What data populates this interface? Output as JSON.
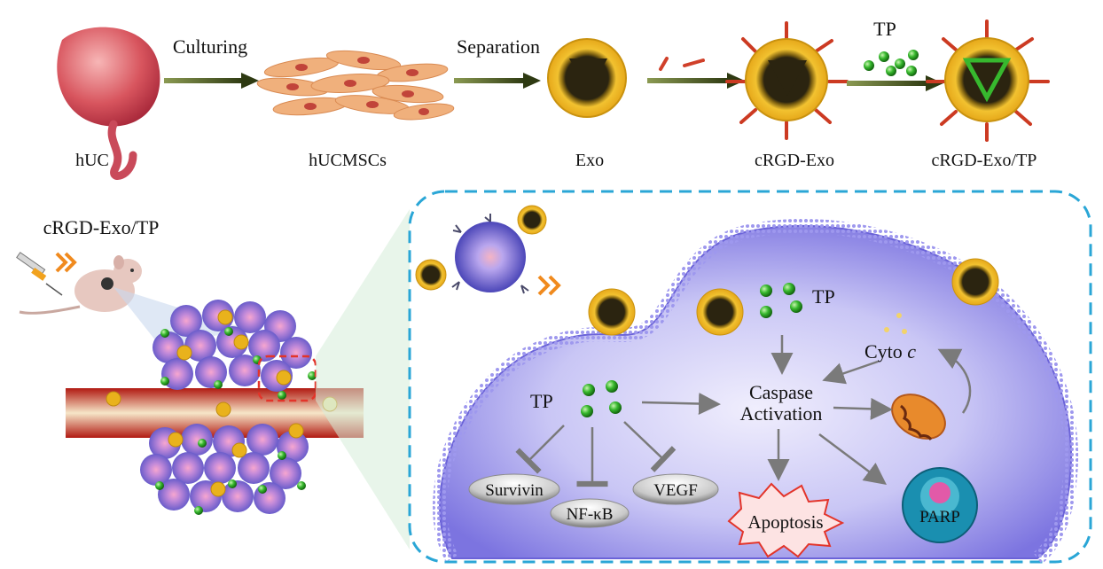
{
  "pipeline": {
    "steps": [
      {
        "key": "huc",
        "label": "hUC"
      },
      {
        "key": "hucmsc",
        "label": "hUCMSCs"
      },
      {
        "key": "exo",
        "label": "Exo"
      },
      {
        "key": "crgd_exo",
        "label": "cRGD-Exo"
      },
      {
        "key": "crgd_exo_tp",
        "label": "cRGD-Exo/TP"
      }
    ],
    "arrows": {
      "culturing": "Culturing",
      "separation": "Separation",
      "tp": "TP"
    }
  },
  "injection": {
    "label": "cRGD-Exo/TP"
  },
  "cell": {
    "tp_top": "TP",
    "tp_left": "TP",
    "caspase_line1": "Caspase",
    "caspase_line2": "Activation",
    "cyto": "Cyto",
    "cyto_italic": "c",
    "survivin": "Survivin",
    "nfkb": "NF-κB",
    "vegf": "VEGF",
    "apoptosis": "Apoptosis",
    "parp": "PARP"
  },
  "colors": {
    "exo_yellow": "#f2c230",
    "exo_dark": "#2b2410",
    "arrow_dark": "#2e3a12",
    "tp_green": "#37b82e",
    "cell_purple": "#8a84e6",
    "cell_purple_light": "#c9c6f5",
    "dash_blue": "#2aa6d6",
    "vessel_red": "#c42a1c",
    "gray_arrow": "#7a7a7a"
  }
}
